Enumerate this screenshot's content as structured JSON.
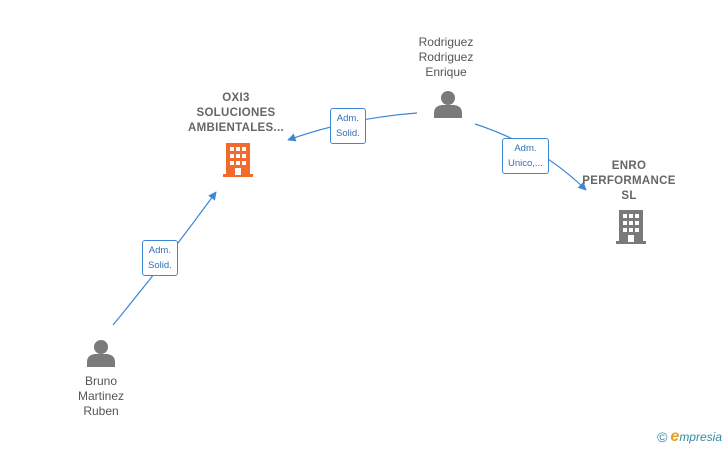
{
  "colors": {
    "edge": "#3d86d4",
    "person": "#7a7a7a",
    "company_main": "#f26a2e",
    "company_other": "#7a7a7a"
  },
  "nodes": {
    "oxi3": {
      "lines": [
        "OXI3",
        "SOLUCIONES",
        "AMBIENTALES..."
      ],
      "icon": "building-icon"
    },
    "enro": {
      "lines": [
        "ENRO",
        "PERFORMANCE",
        "SL"
      ],
      "icon": "building-icon"
    },
    "rodriguez": {
      "lines": [
        "Rodriguez",
        "Rodriguez",
        "Enrique"
      ],
      "icon": "person-icon"
    },
    "bruno": {
      "lines": [
        "Bruno",
        "Martinez",
        "Ruben"
      ],
      "icon": "person-icon"
    }
  },
  "edges": {
    "rodriguez_oxi3": [
      "Adm.",
      "Solid."
    ],
    "rodriguez_enro": [
      "Adm.",
      "Unico,..."
    ],
    "bruno_oxi3": [
      "Adm.",
      "Solid."
    ]
  },
  "brand": {
    "copyright": "©",
    "initial": "e",
    "name": "mpresia"
  }
}
